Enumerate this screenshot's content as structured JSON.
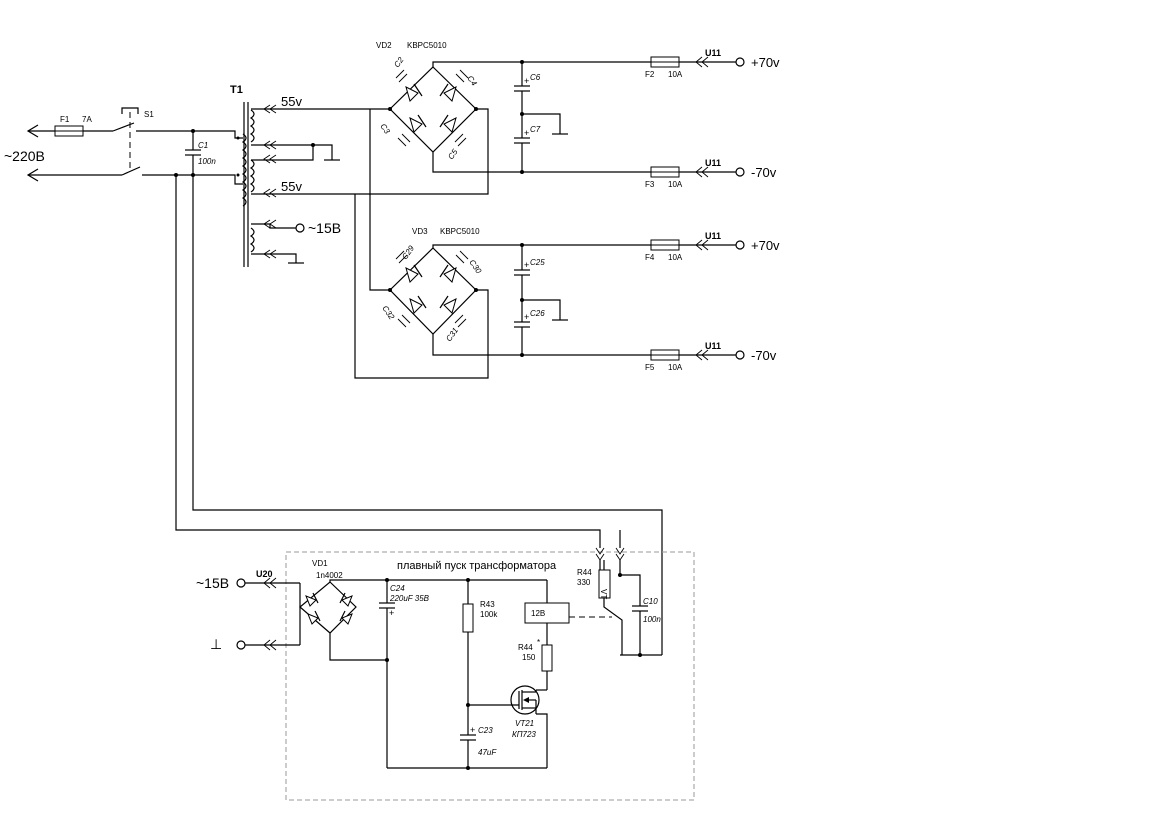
{
  "mains": {
    "label": "~220В"
  },
  "fuse_f1": {
    "ref": "F1",
    "rating": "7A"
  },
  "switch": {
    "ref": "S1"
  },
  "cap_c1": {
    "ref": "C1",
    "value": "100n"
  },
  "transformer": {
    "ref": "T1",
    "top_winding": "55v",
    "bottom_winding": "55v",
    "aux_winding": "~15В"
  },
  "bridges": [
    {
      "ref": "VD2",
      "part": "KBPC5010",
      "caps": [
        "C2",
        "C4",
        "C3",
        "C5"
      ],
      "filter_caps": [
        "C6",
        "C7"
      ]
    },
    {
      "ref": "VD3",
      "part": "KBPC5010",
      "caps": [
        "C29",
        "C30",
        "C32",
        "C31"
      ],
      "filter_caps": [
        "C25",
        "C26"
      ]
    }
  ],
  "outputs": [
    {
      "fuse": "F2",
      "rating": "10A",
      "connector": "U11",
      "voltage": "+70v"
    },
    {
      "fuse": "F3",
      "rating": "10A",
      "connector": "U11",
      "voltage": "-70v"
    },
    {
      "fuse": "F4",
      "rating": "10A",
      "connector": "U11",
      "voltage": "+70v"
    },
    {
      "fuse": "F5",
      "rating": "10A",
      "connector": "U11",
      "voltage": "-70v"
    }
  ],
  "softstart": {
    "title": "плавный пуск трансформатора",
    "input_label": "~15В",
    "connector": "U20",
    "ground_symbol": "⊥",
    "vd1": {
      "ref": "VD1",
      "part": "1n4002"
    },
    "c24": {
      "ref": "C24",
      "value": "220uF 35В"
    },
    "r43": {
      "ref": "R43",
      "value": "100k"
    },
    "relay": {
      "label": "12В"
    },
    "r44a": {
      "ref": "R44",
      "value": "150"
    },
    "r44b": {
      "ref": "R44",
      "value": "330"
    },
    "triac": {
      "label": "VT"
    },
    "c10": {
      "ref": "C10",
      "value": "100n"
    },
    "c23": {
      "ref": "C23",
      "value": "47uF"
    },
    "vt": {
      "ref": "VT21",
      "part": "КП723"
    }
  }
}
